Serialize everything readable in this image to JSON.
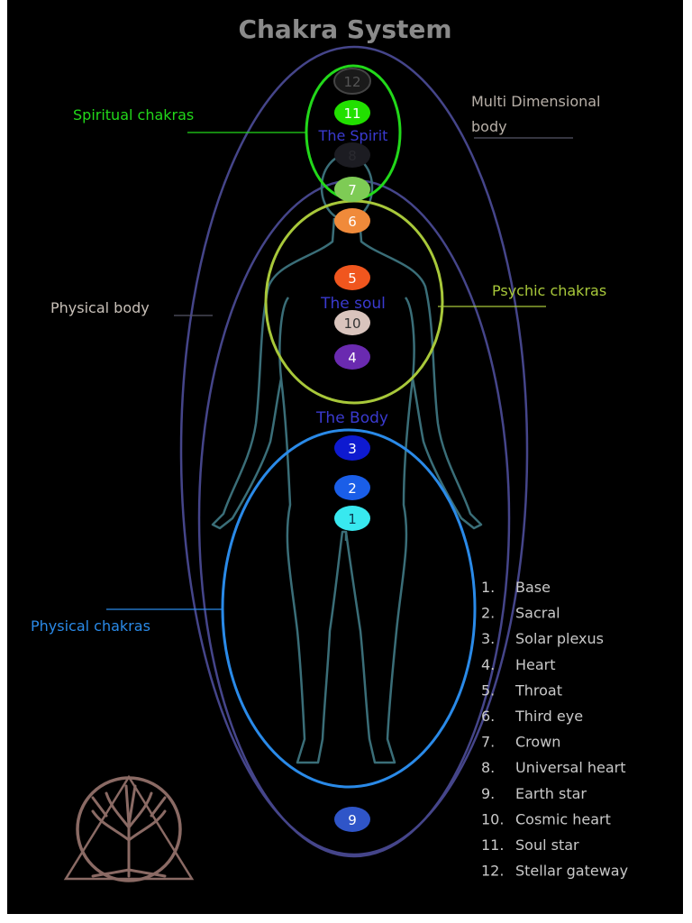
{
  "title": "Chakra System",
  "body_labels": {
    "spirit": "The Spirit",
    "soul": "The soul",
    "body": "The Body"
  },
  "group_labels": {
    "spiritual": "Spiritual chakras",
    "multi_line1": "Multi Dimensional",
    "multi_line2": "body",
    "physical_body": "Physical body",
    "psychic": "Psychic chakras",
    "physical_chakras": "Physical chakras"
  },
  "chakras": [
    {
      "id": "12",
      "color": "#1a1a1a",
      "text_color": "#555555"
    },
    {
      "id": "11",
      "color": "#22e000",
      "text_color": "#ffffff"
    },
    {
      "id": "8",
      "color": "#1c1c22",
      "text_color": "#2a2a30"
    },
    {
      "id": "7",
      "color": "#7ecb55",
      "text_color": "#ffffff"
    },
    {
      "id": "6",
      "color": "#f08a3a",
      "text_color": "#ffffff"
    },
    {
      "id": "5",
      "color": "#f0561e",
      "text_color": "#ffffff"
    },
    {
      "id": "10",
      "color": "#d9c4bd",
      "text_color": "#333333"
    },
    {
      "id": "4",
      "color": "#6a2ab0",
      "text_color": "#ffffff"
    },
    {
      "id": "3",
      "color": "#0e1ad0",
      "text_color": "#ffffff"
    },
    {
      "id": "2",
      "color": "#1a5ee8",
      "text_color": "#ffffff"
    },
    {
      "id": "1",
      "color": "#38e8ef",
      "text_color": "#0a3a50"
    },
    {
      "id": "9",
      "color": "#2f55c8",
      "text_color": "#ffffff"
    }
  ],
  "legend": [
    {
      "num": "1.",
      "text": "Base"
    },
    {
      "num": "2.",
      "text": "Sacral"
    },
    {
      "num": "3.",
      "text": "Solar plexus"
    },
    {
      "num": "4.",
      "text": "Heart"
    },
    {
      "num": "5.",
      "text": "Throat"
    },
    {
      "num": "6.",
      "text": "Third eye"
    },
    {
      "num": "7.",
      "text": "Crown"
    },
    {
      "num": "8.",
      "text": "Universal heart"
    },
    {
      "num": "9.",
      "text": "Earth star"
    },
    {
      "num": "10.",
      "text": "Cosmic heart"
    },
    {
      "num": "11.",
      "text": "Soul star"
    },
    {
      "num": "12.",
      "text": "Stellar gateway"
    }
  ],
  "colors": {
    "spiritual": "#22d81a",
    "psychic": "#a8c83a",
    "physical": "#2a8ae8",
    "outer": "#45458a",
    "body_outline": "#3a6e78",
    "label_blue": "#3a3ad0"
  }
}
